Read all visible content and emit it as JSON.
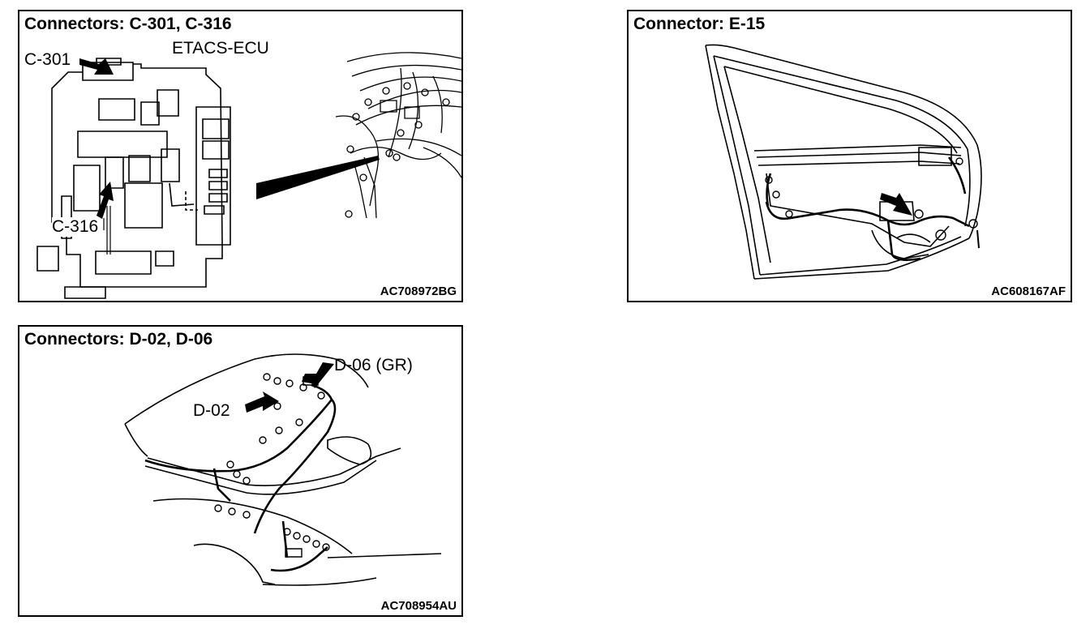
{
  "panels": [
    {
      "title": "Connectors: C-301, C-316",
      "code": "AC708972BG",
      "labels": {
        "ecu": "ETACS-ECU",
        "c301": "C-301",
        "c316": "C-316"
      }
    },
    {
      "title": "Connector: E-15",
      "code": "AC608167AF"
    },
    {
      "title": "Connectors: D-02, D-06",
      "code": "AC708954AU",
      "labels": {
        "d06": "D-06 (GR)",
        "d02": "D-02"
      }
    }
  ]
}
